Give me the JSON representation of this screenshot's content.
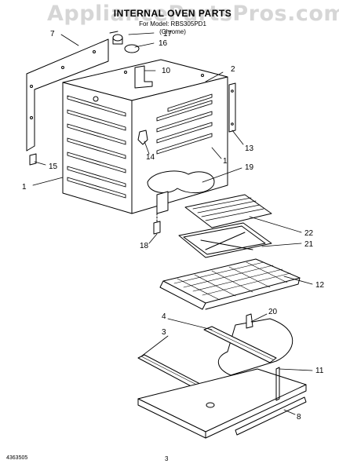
{
  "watermark": "AppliancePartsPros.com",
  "title": "INTERNAL OVEN PARTS",
  "subtitle_model": "For Model: RBS305PD1",
  "subtitle_finish": "(Chrome)",
  "callouts": {
    "c1a": "1",
    "c1b": "1",
    "c2": "2",
    "c3": "3",
    "c4": "4",
    "c7": "7",
    "c8": "8",
    "c10": "10",
    "c11": "11",
    "c12": "12",
    "c13": "13",
    "c14": "14",
    "c15": "15",
    "c16": "16",
    "c17": "17",
    "c18": "18",
    "c19": "19",
    "c20": "20",
    "c21": "21",
    "c22": "22"
  },
  "footer": {
    "doc_number": "4363505",
    "page": "3"
  }
}
